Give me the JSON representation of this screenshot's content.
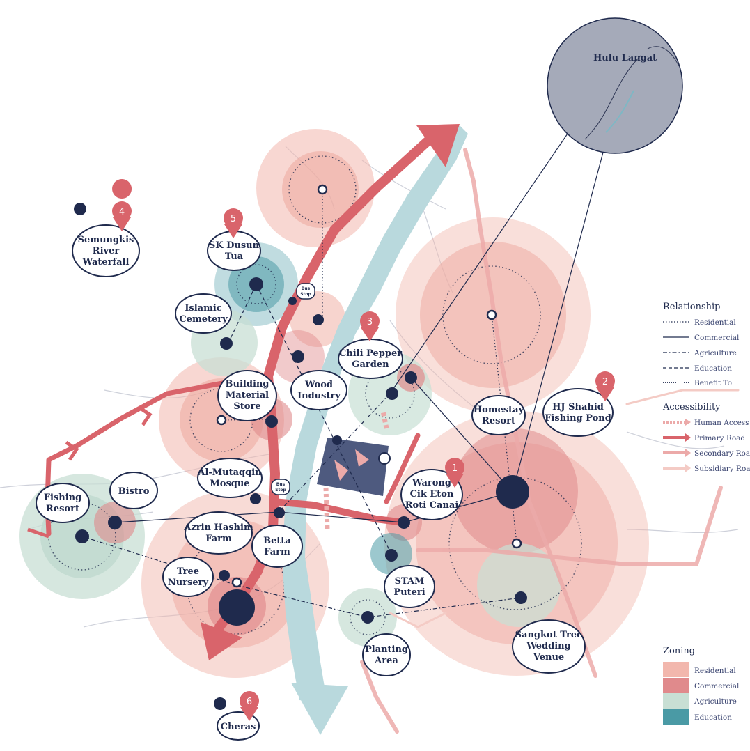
{
  "colors": {
    "residential": "#f2b7ad",
    "commercial": "#e08a8c",
    "agriculture": "#c8dfd4",
    "education": "#4a9aa5",
    "road_primary": "#d9646b",
    "road_secondary": "#ecaaa9",
    "river": "#b9d9dd",
    "navy": "#1f2a4d",
    "inset_fill": "#a5aab9"
  },
  "inset": {
    "title": "Hulu Langat"
  },
  "places": {
    "semungkis": {
      "l1": "Semungkis",
      "l2": "River",
      "l3": "Waterfall",
      "num": "4",
      "icon": "waterfall-icon"
    },
    "sk_dusun": {
      "l1": "SK Dusun",
      "l2": "Tua",
      "num": "5",
      "icon": "school-icon"
    },
    "islamic_cemetery": {
      "l1": "Islamic",
      "l2": "Cemetery",
      "icon": "tombstone-icon"
    },
    "building_store": {
      "l1": "Building",
      "l2": "Material",
      "l3": "Store",
      "icon": "shop-icon"
    },
    "wood_industry": {
      "l1": "Wood",
      "l2": "Industry",
      "icon": "sawmill-icon"
    },
    "chili_garden": {
      "l1": "Chili Pepper",
      "l2": "Garden",
      "num": "3",
      "icon": "chili-icon"
    },
    "homestay": {
      "l1": "Homestay",
      "l2": "Resort",
      "icon": "homestay-icon"
    },
    "hj_shahid": {
      "l1": "HJ Shahid",
      "l2": "Fishing Pond",
      "num": "2",
      "icon": "fishing-icon"
    },
    "al_mutaqqin": {
      "l1": "Al-Mutaqqin",
      "l2": "Mosque",
      "icon": "mosque-icon"
    },
    "bistro": {
      "l1": "Bistro",
      "icon": "cutlery-icon"
    },
    "fishing_resort": {
      "l1": "Fishing",
      "l2": "Resort",
      "icon": "fishing-icon"
    },
    "azrin_farm": {
      "l1": "Azrin Hashim",
      "l2": "Farm",
      "icon": "farm-icon"
    },
    "betta_farm": {
      "l1": "Betta",
      "l2": "Farm",
      "icon": "fish-icon"
    },
    "tree_nursery": {
      "l1": "Tree",
      "l2": "Nursery",
      "icon": "nursery-icon"
    },
    "warong": {
      "l1": "Warong",
      "l2": "Cik Eton",
      "l3": "Roti Canai",
      "num": "1",
      "icon": "cutlery-icon"
    },
    "stam": {
      "l1": "STAM",
      "l2": "Puteri",
      "icon": "school-icon"
    },
    "planting": {
      "l1": "Planting",
      "l2": "Area",
      "icon": "planting-icon"
    },
    "sangkot": {
      "l1": "Sangkot Tree",
      "l2": "Wedding",
      "l3": "Venue",
      "icon": "wedding-icon"
    },
    "cheras": {
      "l1": "Cheras",
      "num": "6",
      "icon": "city-icon"
    }
  },
  "bus_stop": {
    "l1": "Bus",
    "l2": "Stop"
  },
  "legend": {
    "relationship": {
      "title": "Relationship",
      "items": [
        "Residential",
        "Commercial",
        "Agriculture",
        "Education",
        "Benefit To"
      ]
    },
    "accessibility": {
      "title": "Accessibility",
      "items": [
        "Human Access",
        "Primary Road",
        "Secondary Road",
        "Subsidiary Road"
      ]
    },
    "zoning": {
      "title": "Zoning",
      "items": [
        "Residential",
        "Commercial",
        "Agriculture",
        "Education"
      ]
    }
  }
}
